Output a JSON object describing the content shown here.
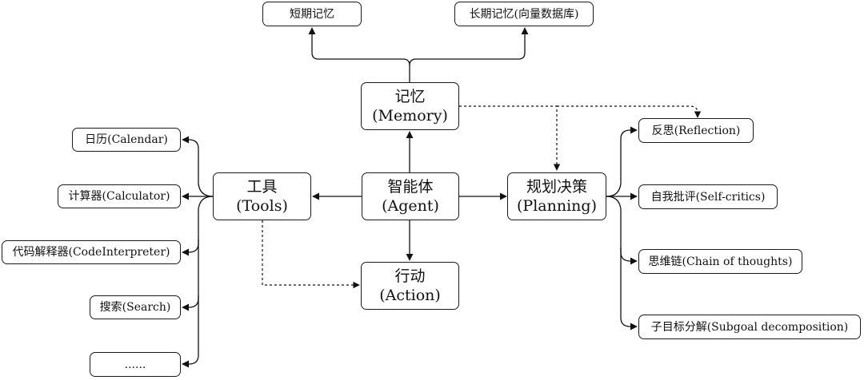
{
  "nodes": {
    "agent": {
      "line1": "智能体",
      "line2": "(Agent)"
    },
    "memory": {
      "line1": "记忆",
      "line2": "(Memory)"
    },
    "tools": {
      "line1": "工具",
      "line2": "(Tools)"
    },
    "planning": {
      "line1": "规划决策",
      "line2": "(Planning)"
    },
    "action": {
      "line1": "行动",
      "line2": "(Action)"
    },
    "short_term_memory": "短期记忆",
    "long_term_memory": "长期记忆(向量数据库)",
    "calendar": "日历(Calendar)",
    "calculator": "计算器(Calculator)",
    "code_interpreter": "代码解释器(CodeInterpreter)",
    "search": "搜索(Search)",
    "more_tools": "......",
    "reflection": "反思(Reflection)",
    "self_critics": "自我批评(Self-critics)",
    "chain_of_thoughts": "思维链(Chain of thoughts)",
    "subgoal_decomposition": "子目标分解(Subgoal decomposition)"
  }
}
